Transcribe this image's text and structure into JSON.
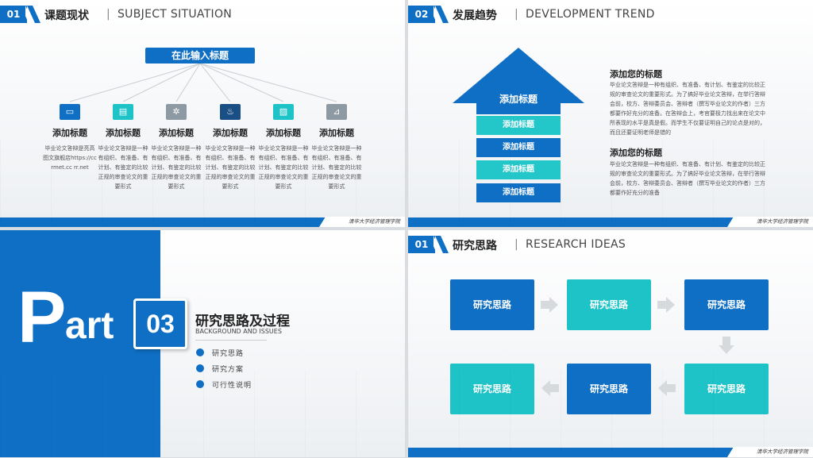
{
  "colors": {
    "primary_blue": "#0f6fc4",
    "teal": "#1dc3c7",
    "light_teal": "#24c7c9",
    "gray_arrow": "#d7dadd"
  },
  "footer_text": "清华大学经济管理学院",
  "slide1": {
    "num": "01",
    "title_cn": "课题现状",
    "sep": "|",
    "title_en": "SUBJECT SITUATION",
    "center_title": "在此输入标题",
    "columns": [
      {
        "icon": "monitor-icon",
        "icon_color": "#0f6fc4",
        "title": "添加标题",
        "body": "毕业论文答辩是亮高图文旗舰店https://ccrmet.cc rr.net"
      },
      {
        "icon": "document-icon",
        "icon_color": "#1dc3c7",
        "title": "添加标题",
        "body": "毕业论文答辩是一种有组织、有准备、有计划、有鉴定的比较正规的审查论文的重要形式"
      },
      {
        "icon": "gear-icon",
        "icon_color": "#8e9aa3",
        "title": "添加标题",
        "body": "毕业论文答辩是一种有组织、有准备、有计划、有鉴定的比较正规的审查论文的重要形式"
      },
      {
        "icon": "bulb-icon",
        "icon_color": "#1a4f86",
        "title": "添加标题",
        "body": "毕业论文答辩是一种有组织、有准备、有计划、有鉴定的比较正规的审查论文的重要形式"
      },
      {
        "icon": "image-icon",
        "icon_color": "#1dc3c7",
        "title": "添加标题",
        "body": "毕业论文答辩是一种有组织、有准备、有计划、有鉴定的比较正规的审查论文的重要形式"
      },
      {
        "icon": "chart-icon",
        "icon_color": "#8e9aa3",
        "title": "添加标题",
        "body": "毕业论文答辩是一种有组织、有准备、有计划、有鉴定的比较正规的审查论文的重要形式"
      }
    ]
  },
  "slide2": {
    "num": "02",
    "title_cn": "发展趋势",
    "sep": "|",
    "title_en": "DEVELOPMENT TREND",
    "arrow_label": "添加标题",
    "bars": [
      "添加标题",
      "添加标题",
      "添加标题",
      "添加标题"
    ],
    "blocks": [
      {
        "title": "添加您的标题",
        "body": "毕业论文答辩是一种有组织、有准备、有计划、有鉴定的比较正规的审查论文的重要形式。为了搞好毕业论文答辩，在举行答辩会前，校方、答辩委员会、答辩者（撰写毕业论文的作者）三方都要作好充分的准备。在答辩会上，考官要极力找出来在论文中所表现的水平是真是假。而学生不仅要证明自己的论点是对的，而且还要证明老师是错的"
      },
      {
        "title": "添加您的标题",
        "body": "毕业论文答辩是一种有组织、有准备、有计划、有鉴定的比较正规的审查论文的重要形式。为了搞好毕业论文答辩，在举行答辩会前，校方、答辩委员会、答辩者（撰写毕业论文的作者）三方都要作好充分的准备"
      }
    ]
  },
  "slide3": {
    "part_p": "P",
    "part_rest": "art",
    "num": "03",
    "title": "研究思路及过程",
    "subtitle": "BACKGROUND AND ISSUES",
    "bullets": [
      "研究思路",
      "研究方案",
      "可行性说明"
    ]
  },
  "slide4": {
    "num": "01",
    "title_cn": "研究思路",
    "sep": "|",
    "title_en": "RESEARCH IDEAS",
    "boxes": [
      "研究思路",
      "研究思路",
      "研究思路",
      "研究思路",
      "研究思路",
      "研究思路"
    ]
  }
}
